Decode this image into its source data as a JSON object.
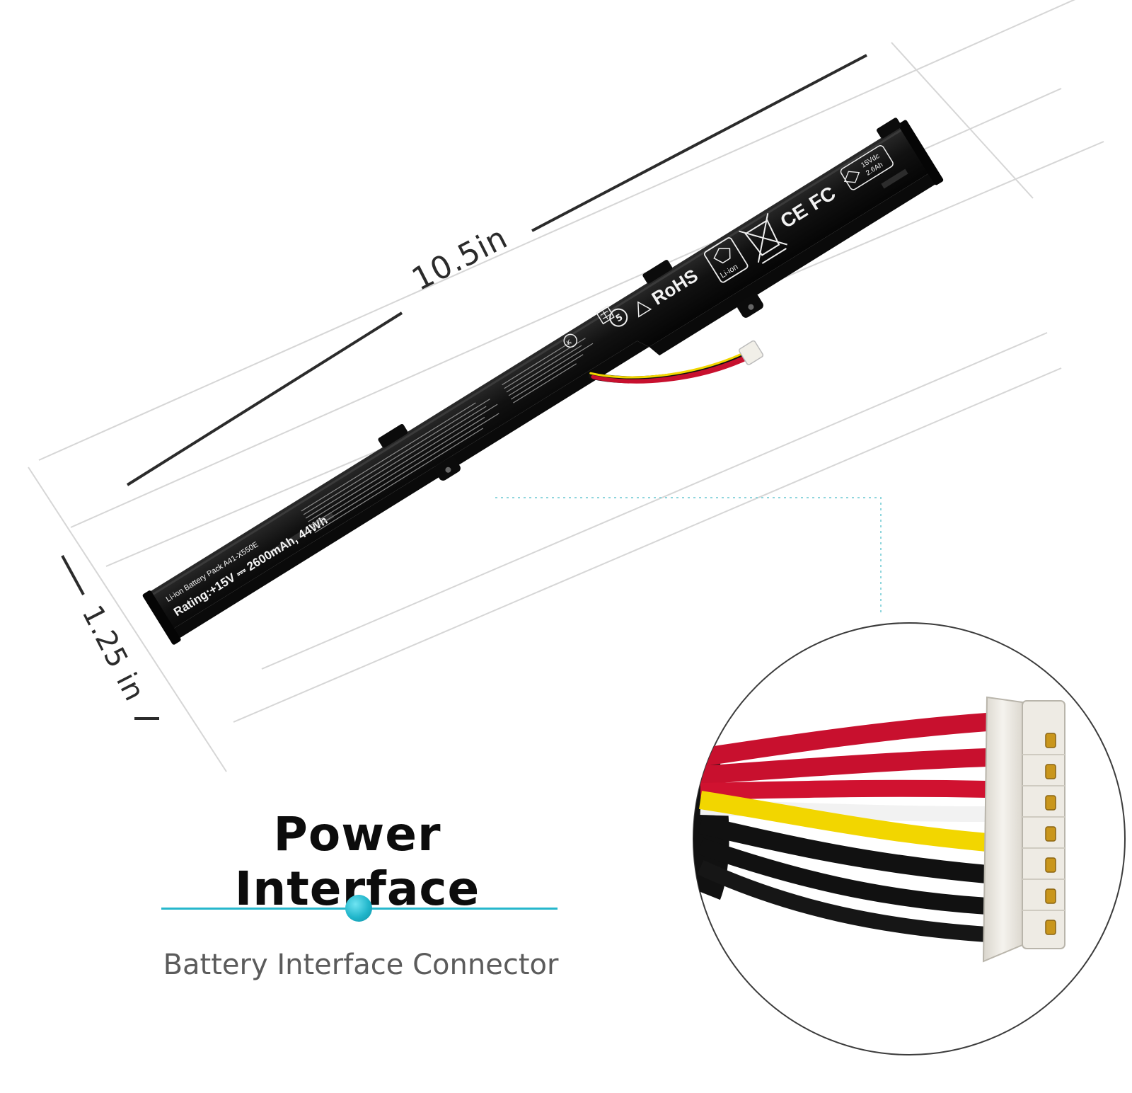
{
  "dimensions": {
    "length": "10.5in",
    "width": "1.25 in"
  },
  "battery_label": {
    "model_line": "Li-ion Battery Pack A41-X550E",
    "rating_line": "Rating:+15V ⎓ 2600mAh, 44Wh",
    "rohs": "RoHS",
    "ce": "CE",
    "fc": "FC",
    "li_ion": "Li-ion",
    "pse_voltage": "15Vdc",
    "pse_capacity": "2.6Ah"
  },
  "callout": {
    "title": "Power Interface",
    "subtitle": "Battery Interface Connector"
  },
  "colors": {
    "accent": "#26b7cc",
    "battery_body": "#141414",
    "wire_red": "#c8102e",
    "wire_yellow": "#f2d600",
    "wire_black": "#111111",
    "wire_white": "#f2f2f2",
    "connector": "#ece9e2",
    "pin_gold": "#c9961c"
  }
}
